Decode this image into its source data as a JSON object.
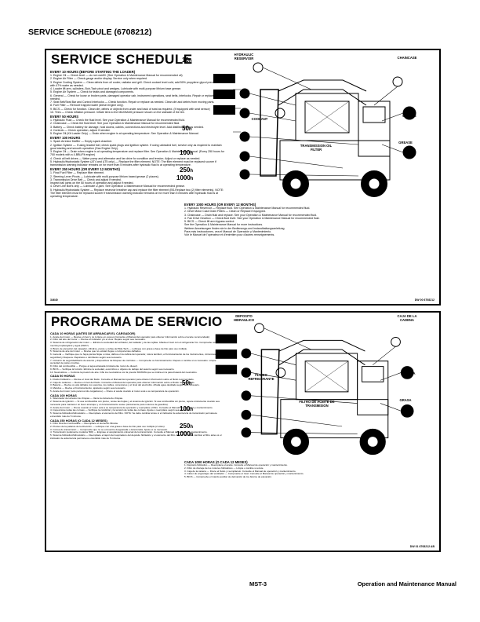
{
  "page_title": "SERVICE SCHEDULE (6708212)",
  "footer": {
    "page": "MST-3",
    "manual": "Operation and Maintenance Manual"
  },
  "english": {
    "heading": "SERVICE SCHEDULE",
    "labels": {
      "hydraulic_reservoir": "HYDRAULIC RESERVOIR",
      "chaincase": "CHAINCASE",
      "grease1": "GREASE",
      "coolant": "COOLANT",
      "transmission": "TRANSMISSION OIL FILTER",
      "grease2": "GREASE"
    },
    "intervals": [
      "10",
      "50",
      "100",
      "250",
      "1000"
    ],
    "unit": "h",
    "sections": [
      {
        "title": "EVERY 10 HOURS (BEFORE STARTING THE LOADER)",
        "items": [
          "1. Engine Oil — Check level — do not overfill. (See Operation & Maintenance Manual for recommended oil)",
          "2. Engine Air Filter — Check gauge and/or display. Service only when required.",
          "3. Engine Cooling System — Clean debris from oil cooler, radiator and grill. Check coolant level cold, add 50% propylene glycol premixed with 47% water as needed.",
          "4. Loader lift arm, cylinders, Bob-Tach pivot and wedges, Lubricate with multi-purpose lithium base grease.",
          "5. Engine Air System — Check for leaks and damaged components.",
          "6. General — Check for loose or broken parts, damaged operator cab, instrument operations, seat belts, interlocks. Repair or replace as needed.",
          "7. Seat Belt/Seat Bar and Control Interlocks — Check function. Repair or replace as needed. Clean dirt and debris from moving parts.",
          "8. Fuel Filter — Remove trapped water (diesel engine only).",
          "9. BICS — Check for function. Clean dirt, debris or objects from under and back of seat as required. (If equipped with seat sensor)",
          "10. Tires — Check inflation pressure. Inflate tires to the MAXIMUM pressure shown on the sidewall of the tire."
        ]
      },
      {
        "title": "EVERY 50 HOURS",
        "items": [
          "1. Hydraulic Fluid — Check the fluid level. See your Operation & Maintenance Manual for recommended fluid.",
          "2. Chaincase — Check the fluid level. See your Operation & Maintenance Manual for recommended fluid.",
          "3. Battery — Check battery for damage, hold downs, cables, connections and electrolyte level. Add distilled water as needed.",
          "4. Controls — Check operation, adjust if needed.",
          "5. Engine Oil (Kit Loader Only) — Drain when engine is at operating temperature. See Operation & Maintenance Manual."
        ]
      },
      {
        "title": "EVERY 100 HOURS",
        "items": [
          "1. Spark Arrestor Muffler — Empty spark chamber.",
          "2. Ignition System — If using leaded fuel, check spark plugs and ignition system. If using unleaded fuel, service only as required to maintain good starting and smooth operation (Gas Engine Only).",
          "3. Engine Oil — Drain when engine is at operating temperature and replace filter. See Operation & Maintenance Manual. (Every 250 hours for 700 models with a 4-BBL/Fit engine)",
          "4. Check all belt drives — Water pump and alternator and fan drive for condition and tension. Adjust or replace as needed.",
          "5. Hydraulic/Hydrostatic System (ΔT4 and ΔT5 only) — Replace the filter element. NOTE: The filter element must be replaced sooner if transmission warning indicator remains on for more than 5 minutes after hydraulic fluid is at operating temperature."
        ]
      },
      {
        "title": "EVERY 250 HOURS (OR EVERY 12 MONTHS)",
        "items": [
          "1. Final Fuel Filter — Replace filter element.",
          "2. Steering Lever Pivots — Lubricate with multi-purpose lithium based grease (2 places).",
          "3. Transmission Drive Belt — Check and adjust if needed.",
          "   Inspect ball joints on the 50 hours of operation and adjust if needed.",
          "4. Drive Line Bolt's only — Lubricate U-joint. See Operation & Maintenance Manual for recommended grease.",
          "5. Hydraulic/Hydrostatic System — Replace reservoir breather cap and replace the filter element (BS-Replace two (2) filter elements). NOTE: The filter element must be replaced sooner if transmission warning indicator remains on for more than 5 minutes after hydraulic fluid is at operating temperature."
        ]
      }
    ],
    "right_sections": [
      {
        "title": "EVERY 1000 HOURS (OR EVERY 12 MONTHS)",
        "items": [
          "1. Hydraulic Reservoir — Replace fluid. See Operation & Maintenance Manual for recommended fluid.",
          "2. Drive Motor Case Drain Filters — Clean or Replace if equipped.",
          "3. Chaincase — Drain fluid and replace. See your Operation & Maintenance Manual for recommended fluid.",
          "4. Fan Drive Gearbox — Check fluid level. See your Operation & Maintenance Manual for recommended fluid.",
          "5. BICS — Check lift arm bypass control.",
          "See the Operation & Maintenance Manual for more instructions.",
          "Weitere Anweisungen finden sie in der Bedienungs-und Instandhaltungsanleitung.",
          "Para más instrucciones, vea el Manual de Operación y Mantenimiento.",
          "Voir le Manuel de l'opérateur et d'entretien pour d'autres renseignements."
        ]
      }
    ],
    "foot_code": "34640",
    "part_no": "DW 00 6708212"
  },
  "spanish": {
    "heading": "PROGRAMA DE SERVICIO",
    "labels": {
      "hydraulic_reservoir": "DEPOSITO HIDRAULICO",
      "chaincase": "CAJA DE LA CADENA",
      "grease1": "GRASA",
      "coolant": "FLUIDO REFRIGERANTE",
      "transmission": "FILTRO DE ACEITE DE TRANSMISION",
      "grease2": "GRASA"
    },
    "intervals": [
      "10",
      "50",
      "100",
      "250",
      "1000"
    ],
    "unit": "h",
    "sections": [
      {
        "title": "CADA 10 HORAS (ANTES DE ARRANCAR EL CARGADOR)",
        "items": [
          "1. Aceite del motor — Revise el nivel y no lo llene en exceso (Consulte el Manual del operador para obtener información sobre el aceite recomendado)",
          "2. Filtro del aire del motor — Revise el indicador y/o el visor. Repare según sea necesario.",
          "3. Sistema de refrigeración del motor — Elimine la suciedad del enfriador, del radiador y de las rejillas. Añada el nivel con el refrigerante frío. Compruebe con mezcla propilenglicol y agua (50/47).",
          "4. Brazo de elevación del cargador, cilindros, pivote y cuñas del Bob-Tach — Lubrique con grasa a base de litio para uso múltiple.",
          "5. Sistema de aire del motor — Revise que no existan fugas o componentes dañados.",
          "6. General — Verifique que no haya piezas flojas o rotas, daños en la cabina del operador, rotura también, el funcionamiento de los instrumentos, cinturones de seguridad y bloqueos. Repárelos o cámbielos según sea necesario.",
          "7. Cinturón de seguridad/barra de asiento y dispositivos de bloqueo de controles — Compruebe su funcionamiento. Repare o cambie si es necesario. Limpie suciedad de partes móviles.",
          "8. Filtro del combustible — Purgue el agua atrapada (únicamente motor de diesel).",
          "9. BICS — Verifique la función. Elimine la suciedad, escombros u objetos de debajo del asiento según sea necesario.",
          "10. Neumáticos — Controle la presión de aire. Infle los neumáticos con la presión MÁXIMA que se indica en la pared lateral del neumático."
        ]
      },
      {
        "title": "CADA 50 HORAS",
        "items": [
          "1. Fluido hidráulico — Revise el nivel del fluido. Consulte el Manual del operador para obtener información sobre el fluido recomendado.",
          "2. Caja de cadenas — Revise el nivel del fluido. Consulte el Manual del operador para obtener información sobre el fluido recomendado.",
          "3. Batería — Revise si está dañada, los soportes, los cables, conexiones y el nivel del electrolito. Añada agua destilada según sea necesario.",
          "4. Mandos — Revise el funcionamiento, ajústelos según sea necesario.",
          "5. Aceite del motor (solo para los kits cargadores) — Drene el aceite cuando el motor esté a su temperatura de operación."
        ]
      },
      {
        "title": "CADA 100 HORAS",
        "items": [
          "1. Silenciador del arrestor de chispas — Vacíe la cámara de chispas.",
          "2. Sistema de ignición — Si usa combustible con plomo, revise las bujías y el sistema de ignición. Si usa combustible sin plomo, repare únicamente cuando sea necesario para mantener un buen arranque y un funcionamiento suave (únicamente para motores de gasolina).",
          "3. Aceite del motor — Drene cuando el motor esté a su temperatura de operación y reemplace el filtro. Consulte el Manual de operación y mantenimiento.",
          "4. Inspeccione todas las correas — Verifique la condición y la tensión de todas las correas. Ajuste o reemplace según sea necesario.",
          "5. Sistema hidráulico/hidrostático — Reemplace el elemento del filtro. NOTA: Se debe cambiar antes si el indicador de advertencia de transmisión permanece encendido más de 5 minutos."
        ]
      },
      {
        "title": "CADA 250 HORAS (O CADA 12 MESES)",
        "items": [
          "1. Filtro final del combustible — Reemplace el elemento filtrante.",
          "2. Pivotes de la palanca de la dirección — Lubrique con una grasa a base de litio para uso múltiple (2 sitios).",
          "3. Correa de transmisión — Compruebe que no se encuentre desgastada o deteriorada. Ajuste si es necesario.",
          "4. Transmisión (solamente modelos 500) — Engrase el acoplamiento universal de la transmisión. Consulte el Manual de operación y mantenimiento.",
          "5. Sistema hidráulico/hidrostático — Reemplace el tapón del respiradero del depósito hidráulico y el elemento del filtro. NOTA: Se debe cambiar el filtro antes si el indicador de advertencia permanece encendido más de 5 minutos."
        ]
      }
    ],
    "right_sections": [
      {
        "title": "CADA 1000 HORAS (O CADA 12 MESES)",
        "items": [
          "1. Depósito hidráulico — Reemplace el aceite. Consulte el Manual de operación y mantenimiento.",
          "2. Filtro de drenaje de los motores hidráulicos — Limpie o cambie si existe.",
          "3. Caja de la cadena — Drene el fluido y reemplácelo. Consulte el Manual de operación y mantenimiento.",
          "4. Cárter de engranajes del ventilador — Compruebe el nivel. Consulte el Manual de operación y mantenimiento.",
          "5. BICS — Compruebe el mando auxiliar de derivación de los brazos de elevación."
        ]
      }
    ],
    "foot_code": "",
    "part_no": "DW 01 6708212 AB"
  }
}
